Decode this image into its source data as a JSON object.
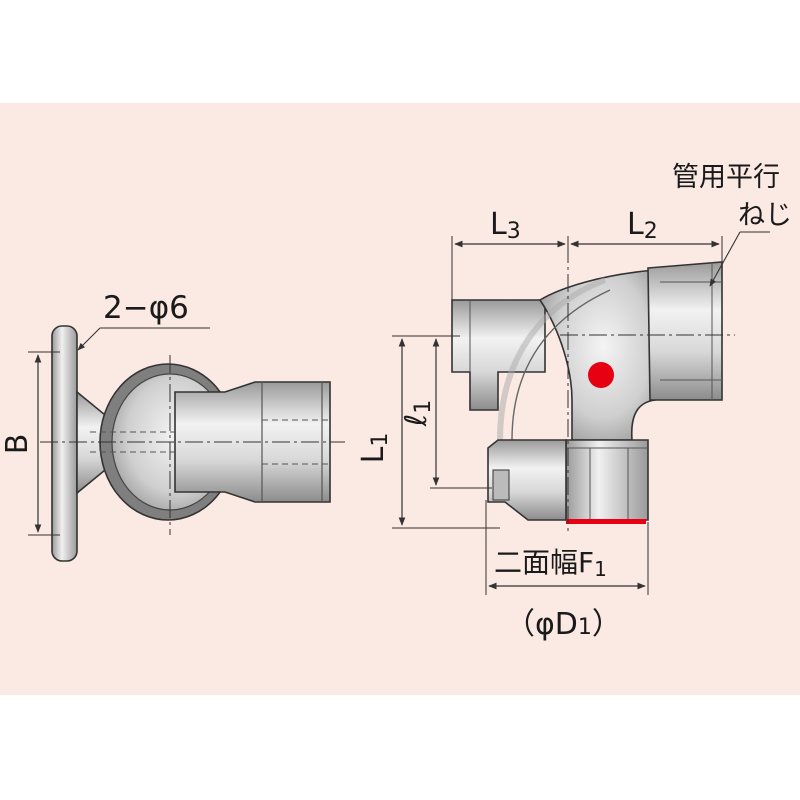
{
  "colors": {
    "background": "#fbe9e3",
    "part_fill": "#d4d4d4",
    "part_light": "#ececec",
    "part_dark": "#8a8a8a",
    "outline": "#333333",
    "accent_red": "#e60012"
  },
  "labels": {
    "B": "B",
    "flange_holes": "2−φ6",
    "L3": "L",
    "L3_sub": "3",
    "L2": "L",
    "L2_sub": "2",
    "L1": "L",
    "L1_sub": "1",
    "l1": "ℓ",
    "l1_sub": "1",
    "thread_line1": "管用平行",
    "thread_line2": "ねじ",
    "hex_width": "二面幅F",
    "hex_width_sub": "1",
    "diameter_open": "（φD",
    "diameter_sub": "1",
    "diameter_close": "）"
  }
}
